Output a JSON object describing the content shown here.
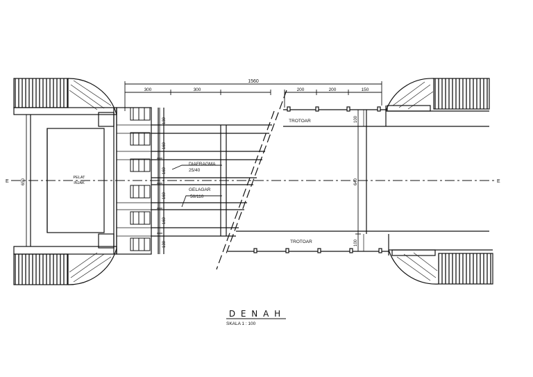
{
  "drawing": {
    "title": "D E N A H",
    "scale": "SKALA 1 : 100"
  },
  "dimensions": {
    "overall": "1560",
    "top_left": [
      "300",
      "300"
    ],
    "top_right": [
      "200",
      "200",
      "150"
    ],
    "left_vertical": [
      "130",
      "160",
      "160",
      "160",
      "160",
      "130"
    ],
    "abutment_width": "650",
    "deck_width": "640",
    "sidewalk_width_top": "100",
    "sidewalk_width_bottom": "100"
  },
  "labels": {
    "sidewalk_top": "TROTOAR",
    "sidewalk_bottom": "TROTOAR",
    "diaphragm_name": "DIAFRAGMA",
    "diaphragm_size": "25/40",
    "girder_name": "GELAGAR",
    "girder_size": "50/110",
    "approach_slab_line1": "PELAT",
    "approach_slab_line2": "INJAK",
    "centerline_left": "E",
    "centerline_right": "E"
  },
  "colors": {
    "line": "#111111",
    "paper": "#ffffff"
  }
}
